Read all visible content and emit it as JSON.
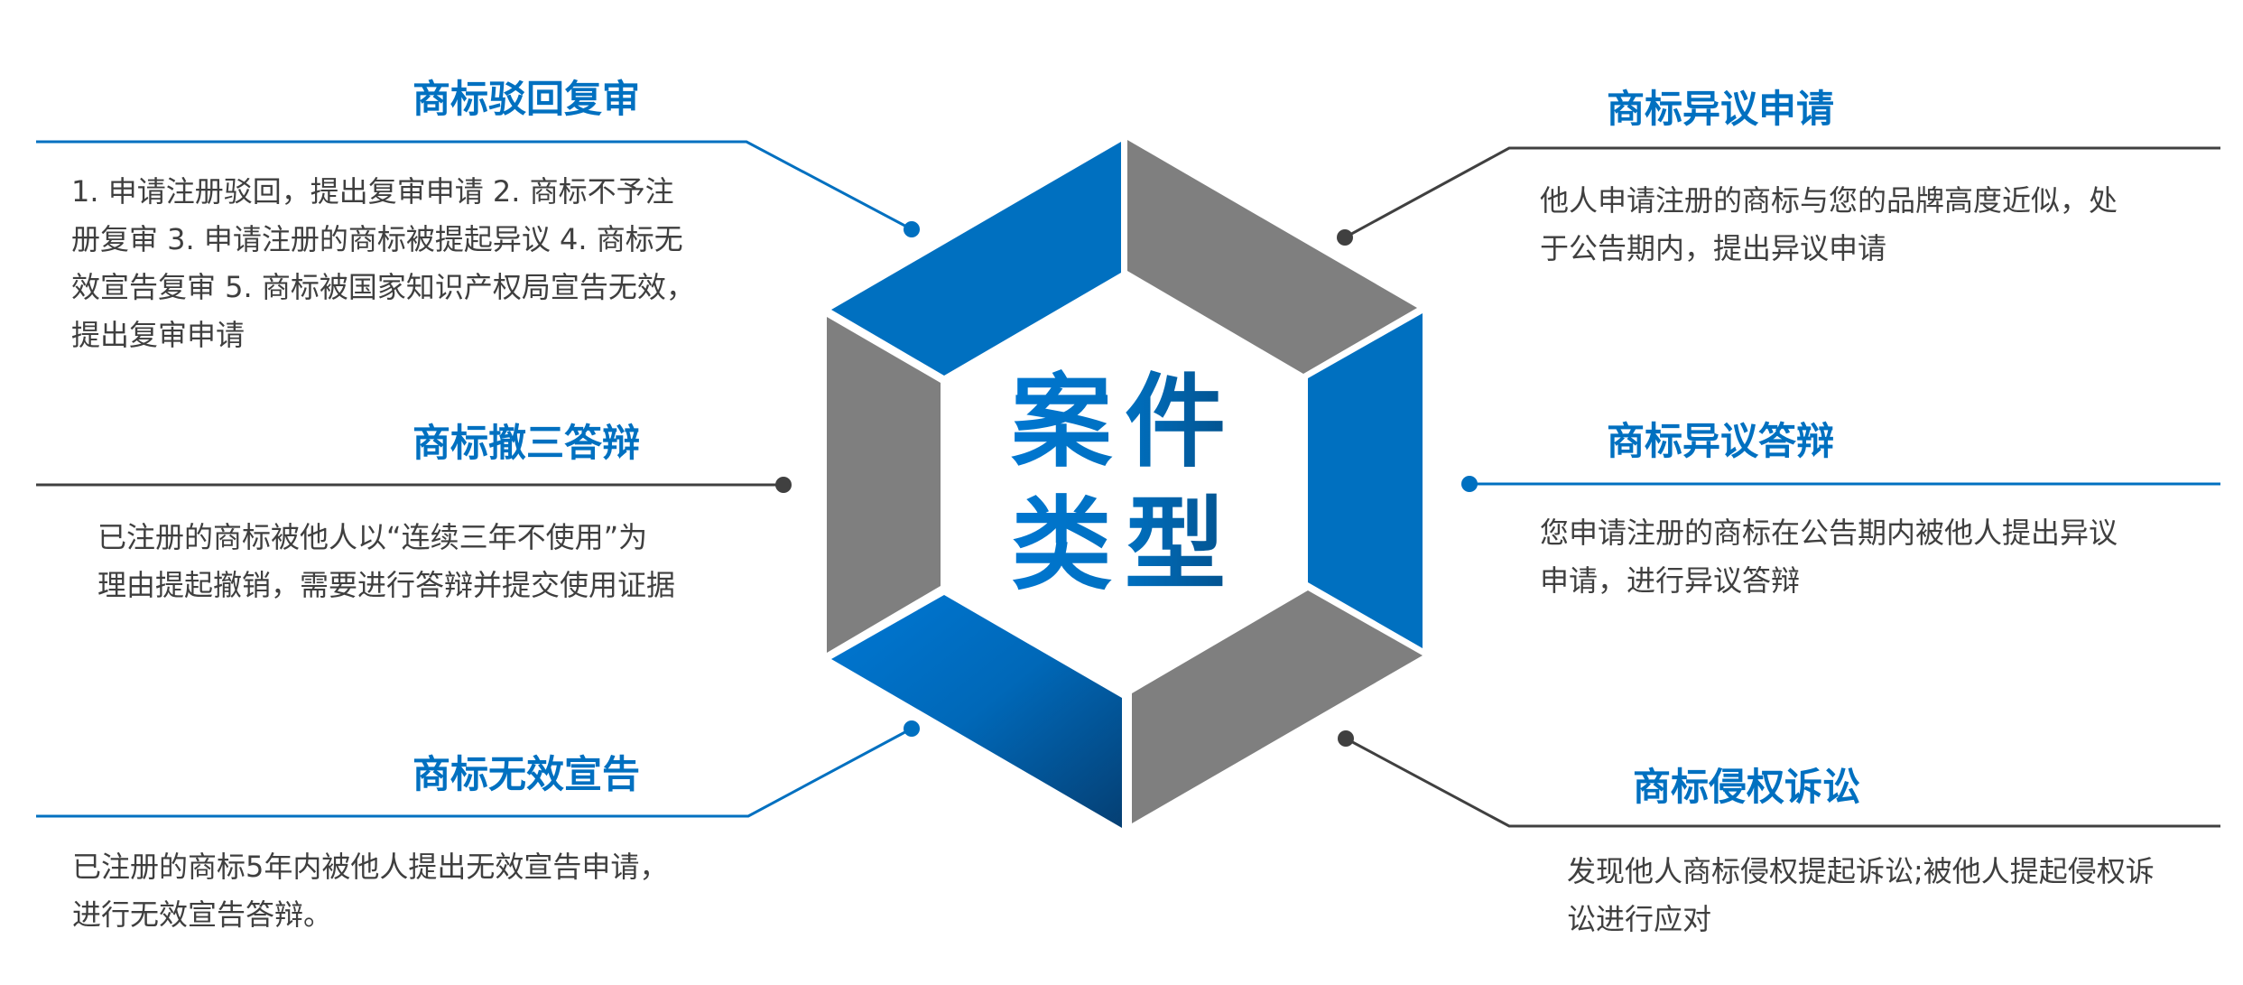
{
  "center": {
    "line1": "案件",
    "line2": "类型"
  },
  "colors": {
    "blue": "#0070C0",
    "gray": "#7F7F7F",
    "dark_line": "#404040",
    "text": "#3F3F3F"
  },
  "items": [
    {
      "title": "商标驳回复审",
      "lines": [
        "1. 申请注册驳回，提出复审申请 2. 商标不予注",
        "册复审 3. 申请注册的商标被提起异议 4. 商标无",
        "效宣告复审 5. 商标被国家知识产权局宣告无效，",
        "提出复审申请"
      ]
    },
    {
      "title": "商标撤三答辩",
      "lines": [
        "已注册的商标被他人以“连续三年不使用”为",
        "理由提起撤销，需要进行答辩并提交使用证据"
      ]
    },
    {
      "title": "商标无效宣告",
      "lines": [
        "已注册的商标5年内被他人提出无效宣告申请，",
        "进行无效宣告答辩。"
      ]
    },
    {
      "title": "商标异议申请",
      "lines": [
        "他人申请注册的商标与您的品牌高度近似，处",
        "于公告期内，提出异议申请"
      ]
    },
    {
      "title": "商标异议答辩",
      "lines": [
        "您申请注册的商标在公告期内被他人提出异议",
        "申请，进行异议答辩"
      ]
    },
    {
      "title": "商标侵权诉讼",
      "lines": [
        "发现他人商标侵权提起诉讼;被他人提起侵权诉",
        "讼进行应对"
      ]
    }
  ]
}
